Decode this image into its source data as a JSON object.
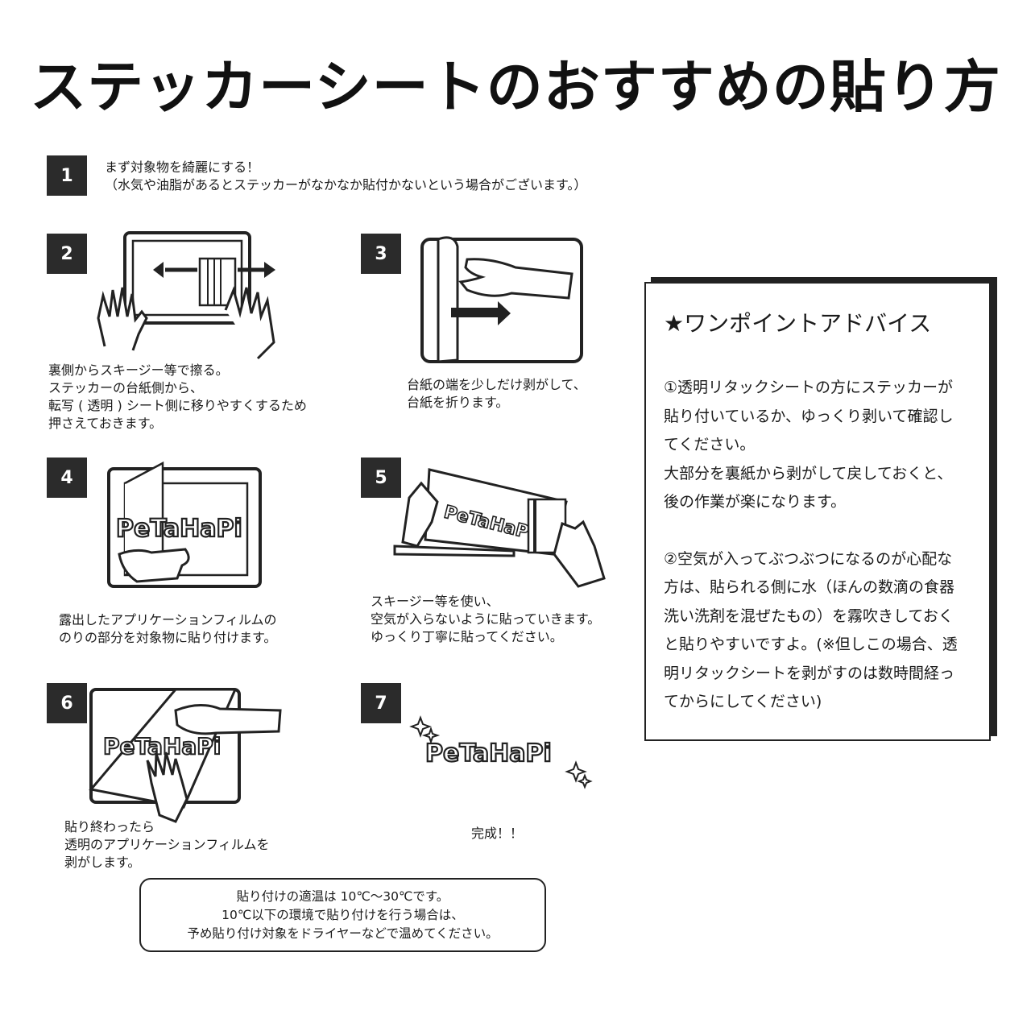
{
  "title": "ステッカーシートのおすすめの貼り方",
  "brand_logo_text": "PeTaHaPi",
  "steps": [
    {
      "number": "1",
      "lines": [
        "まず対象物を綺麗にする！",
        "（水気や油脂があるとステッカーがなかなか貼付かないという場合がございます。）"
      ]
    },
    {
      "number": "2",
      "lines": [
        "裏側からスキージー等で擦る。",
        "ステッカーの台紙側から、",
        "転写 ( 透明 ) シート側に移りやすくするため",
        "押さえておきます。"
      ]
    },
    {
      "number": "3",
      "lines": [
        "台紙の端を少しだけ剥がして、",
        "台紙を折ります。"
      ]
    },
    {
      "number": "4",
      "lines": [
        "露出したアプリケーションフィルムの",
        "のりの部分を対象物に貼り付けます。"
      ]
    },
    {
      "number": "5",
      "lines": [
        "スキージー等を使い、",
        "空気が入らないように貼っていきます。",
        "ゆっくり丁寧に貼ってください。"
      ]
    },
    {
      "number": "6",
      "lines": [
        "貼り終わったら",
        "透明のアプリケーションフィルムを",
        "剥がします。"
      ]
    },
    {
      "number": "7",
      "lines": [
        "完成！！"
      ]
    }
  ],
  "advice": {
    "title": "★ワンポイントアドバイス",
    "lines": [
      "①透明リタックシートの方にステッカーが",
      "貼り付いているか、ゆっくり剥いて確認し",
      "てください。",
      "大部分を裏紙から剥がして戻しておくと、",
      "後の作業が楽になります。",
      "",
      "②空気が入ってぶつぶつになるのが心配な",
      "方は、貼られる側に水（ほんの数滴の食器",
      "洗い洗剤を混ぜたもの）を霧吹きしておく",
      "と貼りやすいですよ。(※但しこの場合、透",
      "明リタックシートを剥がすのは数時間経っ",
      "てからにしてください)"
    ]
  },
  "notice": {
    "lines": [
      "貼り付けの適温は 10℃～30℃です。",
      "10℃以下の環境で貼り付けを行う場合は、",
      "予め貼り付け対象をドライヤーなどで温めてください。"
    ]
  },
  "colors": {
    "badge": "#2b2b2b",
    "ink": "#1a1a1a",
    "background": "#ffffff"
  }
}
